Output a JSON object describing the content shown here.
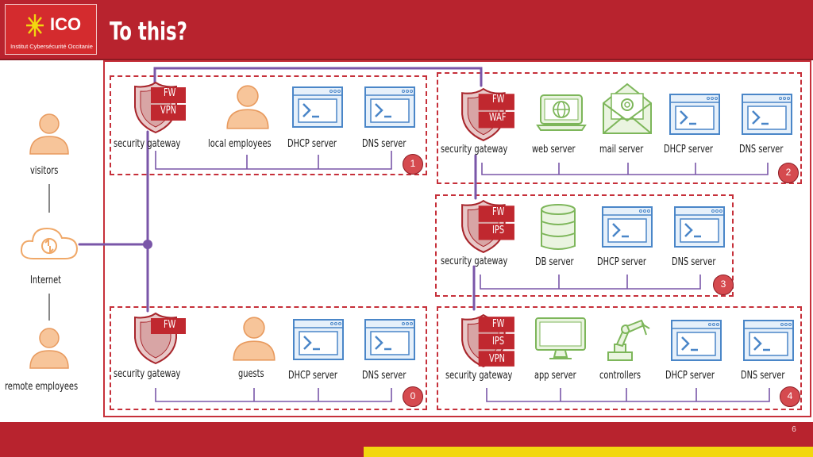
{
  "header": {
    "title": "To this?",
    "logo_text": "ICO",
    "logo_subtitle": "Institut Cybersécurité Occitanie"
  },
  "footer": {
    "page_number": "6"
  },
  "external": {
    "visitors": "visitors",
    "internet": "Internet",
    "remote_employees": "remote employees"
  },
  "zones": {
    "z1": {
      "number": "1",
      "gateway": "security gateway",
      "fw_tags": [
        "FW",
        "VPN"
      ],
      "items": [
        "local employees",
        "DHCP server",
        "DNS server"
      ]
    },
    "z2": {
      "number": "2",
      "gateway": "security gateway",
      "fw_tags": [
        "FW",
        "WAF"
      ],
      "items": [
        "web server",
        "mail server",
        "DHCP server",
        "DNS server"
      ]
    },
    "z3": {
      "number": "3",
      "gateway": "security gateway",
      "fw_tags": [
        "FW",
        "IPS"
      ],
      "items": [
        "DB server",
        "DHCP server",
        "DNS server"
      ]
    },
    "z0": {
      "number": "0",
      "gateway": "security gateway",
      "fw_tags": [
        "FW"
      ],
      "items": [
        "guests",
        "DHCP server",
        "DNS server"
      ]
    },
    "z4": {
      "number": "4",
      "gateway": "security gateway",
      "fw_tags": [
        "FW",
        "IPS",
        "VPN"
      ],
      "items": [
        "app server",
        "controllers",
        "DHCP server",
        "DNS server"
      ]
    }
  },
  "colors": {
    "brand_red": "#b8232e",
    "zone_border": "#c6303a",
    "wire": "#7a56a8",
    "icon_blue": "#4a86c8",
    "icon_green": "#7db65a",
    "icon_orange": "#f0a868",
    "fw_red": "#c0282f",
    "accent_yellow": "#f2d70f"
  }
}
